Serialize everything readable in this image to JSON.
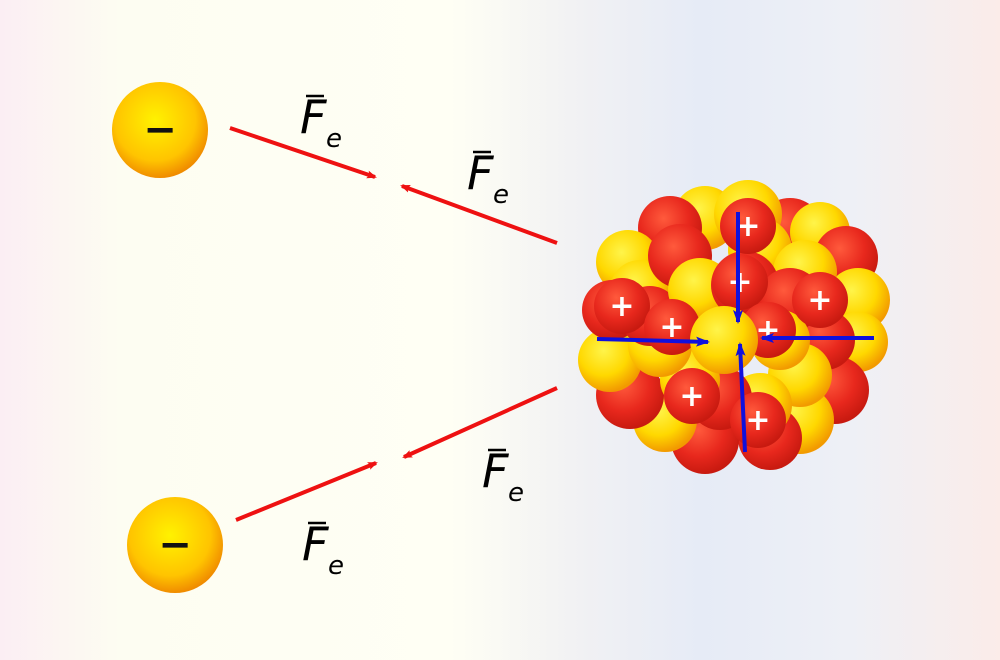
{
  "electrons": [
    {
      "sign": "−"
    },
    {
      "sign": "−"
    }
  ],
  "force_labels": [
    {
      "symbol": "F",
      "subscript": "e"
    },
    {
      "symbol": "F",
      "subscript": "e"
    },
    {
      "symbol": "F",
      "subscript": "e"
    },
    {
      "symbol": "F",
      "subscript": "e"
    }
  ],
  "proton_sign": "+",
  "colors": {
    "electron_core": "#fff200",
    "electron_edge": "#f08c00",
    "proton": "#e8281d",
    "neutron": "#ffd800",
    "electric_force_arrow": "#ee1111",
    "nuclear_force_arrow": "#1010dd"
  }
}
